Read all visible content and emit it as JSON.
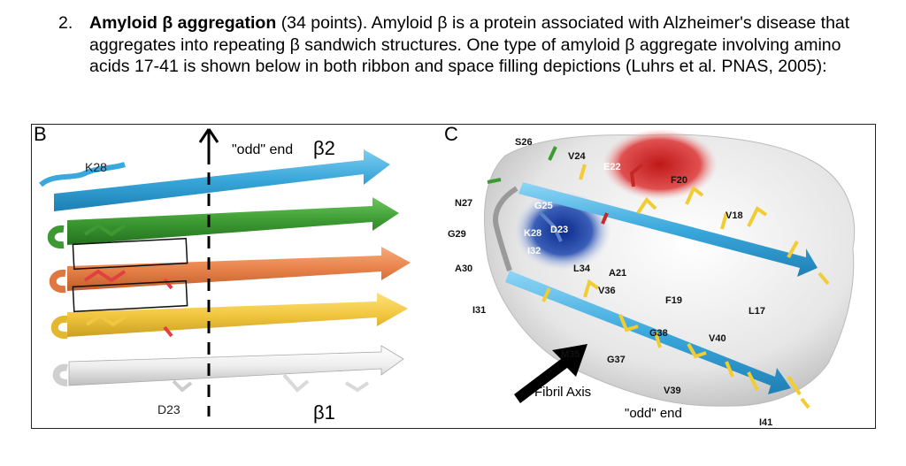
{
  "question": {
    "number": "2.",
    "title": "Amyloid β aggregation",
    "text": "(34 points). Amyloid β is a protein associated with Alzheimer's disease that aggregates into repeating β sandwich structures. One type of amyloid β aggregate involving amino acids 17-41 is shown below in both ribbon and space filling depictions (Luhrs et al. PNAS, 2005):"
  },
  "panel_b": {
    "letter": "B",
    "odd_end_label": "\"odd\" end",
    "beta2": "β2",
    "beta1": "β1",
    "residue_top": "K28",
    "residue_bottom": "D23",
    "colors": [
      "#3aa8dc",
      "#3d9a33",
      "#e8824a",
      "#f2c740",
      "#f3f3f3"
    ]
  },
  "panel_c": {
    "letter": "C",
    "fibril_axis": "Fibril Axis",
    "odd_end_label": "\"odd\" end",
    "residues": [
      "S26",
      "V24",
      "E22",
      "F20",
      "N27",
      "G25",
      "V18",
      "G29",
      "K28",
      "D23",
      "I32",
      "A30",
      "L34",
      "A21",
      "V36",
      "F19",
      "I31",
      "L17",
      "G38",
      "V40",
      "M35",
      "G37",
      "V39",
      "I41"
    ]
  }
}
